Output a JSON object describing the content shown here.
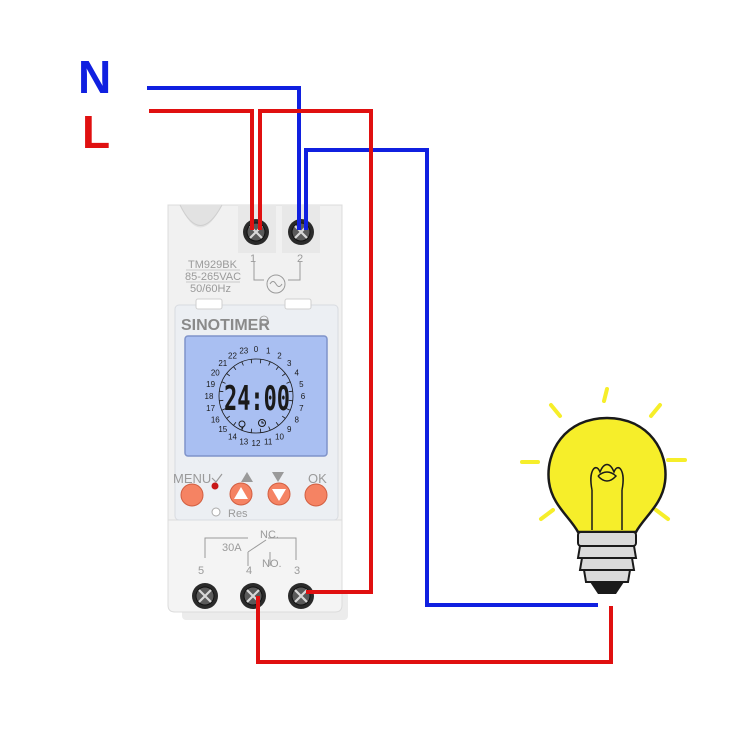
{
  "labels": {
    "neutral": "N",
    "live": "L"
  },
  "device": {
    "model": "TM929BK",
    "voltage": "85-265VAC",
    "frequency": "50/60Hz",
    "brand": "SINOTIMER",
    "display_time": "24:00",
    "buttons": {
      "menu": "MENU",
      "ok": "OK",
      "reset": "Res"
    },
    "terminals_top": [
      "1",
      "2"
    ],
    "terminals_bottom": [
      "5",
      "4",
      "3"
    ],
    "relay": {
      "current": "30A",
      "nc": "NC.",
      "no": "NO."
    },
    "dial_hours": [
      "0",
      "1",
      "2",
      "3",
      "4",
      "5",
      "6",
      "7",
      "8",
      "9",
      "10",
      "11",
      "12",
      "13",
      "14",
      "15",
      "16",
      "17",
      "18",
      "19",
      "20",
      "21",
      "22",
      "23"
    ]
  },
  "colors": {
    "neutral": "#1020e0",
    "live": "#e01010",
    "bulb": "#f6ee2a",
    "lcd": "#a9bff2",
    "button": "#f58363"
  },
  "icons": [
    "lightbulb-icon",
    "screw-terminal-icon",
    "up-arrow-icon",
    "down-arrow-icon",
    "checkmark-icon",
    "clock-icon"
  ]
}
